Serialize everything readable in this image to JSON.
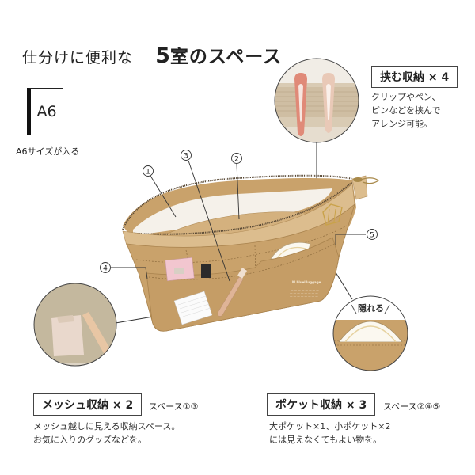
{
  "title": {
    "prefix": "仕分けに便利な",
    "number": "5",
    "suffix": "室のスペース"
  },
  "a6": {
    "card_label": "A6",
    "caption": "A6サイズが入る"
  },
  "callouts": {
    "clip": {
      "label": "挟む収納 × 4",
      "desc_lines": [
        "クリップやペン、",
        "ピンなどを挟んで",
        "アレンジ可能。"
      ]
    },
    "mesh": {
      "label": "メッシュ収納 × 2",
      "spaces": "スペース①③",
      "desc_lines": [
        "メッシュ越しに見える収納スペース。",
        "お気に入りのグッズなどを。"
      ]
    },
    "pocket": {
      "label": "ポケット収納 × 3",
      "spaces": "スペース②④⑤",
      "desc_lines": [
        "大ポケット×1、小ポケット×2",
        "には見えなくてもよい物を。"
      ]
    },
    "hidden_label": "隠れる"
  },
  "markers": [
    "①",
    "②",
    "③",
    "④",
    "⑤"
  ],
  "colors": {
    "bag": "#c9a26b",
    "bag_dark": "#b88f58",
    "bag_light": "#dcbd8e",
    "mesh": "#f4efe6",
    "line": "#333333",
    "clip_pink": "#e08a78",
    "clip_beige": "#e8c8b8"
  }
}
